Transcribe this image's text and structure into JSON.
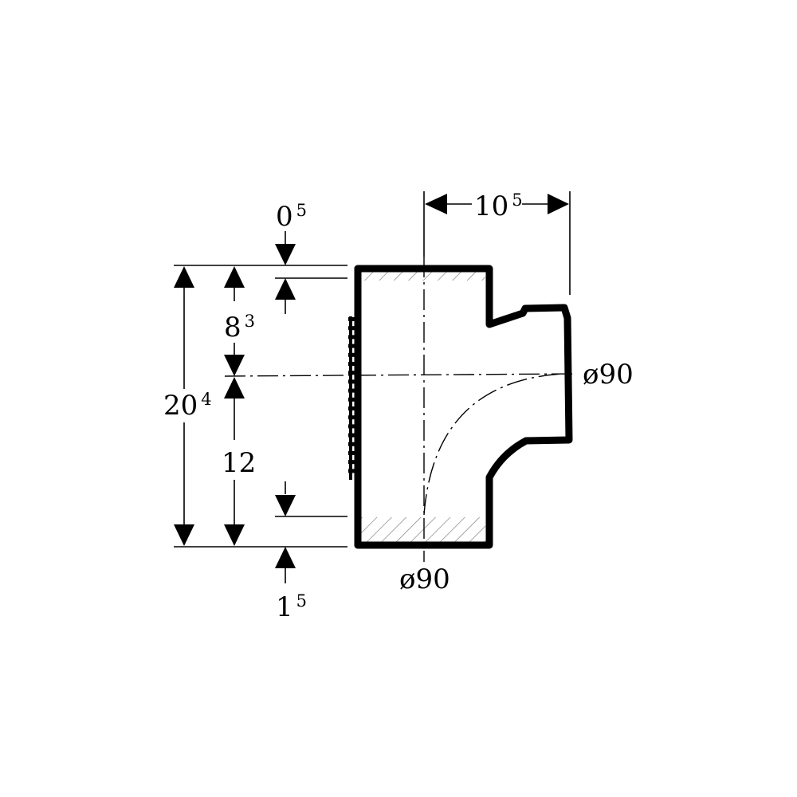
{
  "dimensions": {
    "top_offset": {
      "main": "0",
      "sup": "5"
    },
    "upper_height": {
      "main": "8",
      "sup": "3"
    },
    "total_height": {
      "main": "20",
      "sup": "4"
    },
    "lower_height": {
      "main": "12"
    },
    "bottom_offset": {
      "main": "1",
      "sup": "5"
    },
    "branch_length": {
      "main": "10",
      "sup": "5"
    },
    "side_diameter": "ø90",
    "bottom_diameter": "ø90"
  },
  "colors": {
    "line": "#000000",
    "hatch": "#777777",
    "background": "#ffffff"
  }
}
